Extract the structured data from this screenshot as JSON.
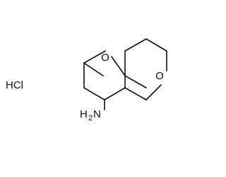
{
  "molecule": {
    "salt_label": "HCl",
    "oxygen_ring_label": "O",
    "oxygen_spiro_ring_label": "O",
    "amine_label_main": "H",
    "amine_label_subscript": "2",
    "amine_label_end": "N"
  }
}
